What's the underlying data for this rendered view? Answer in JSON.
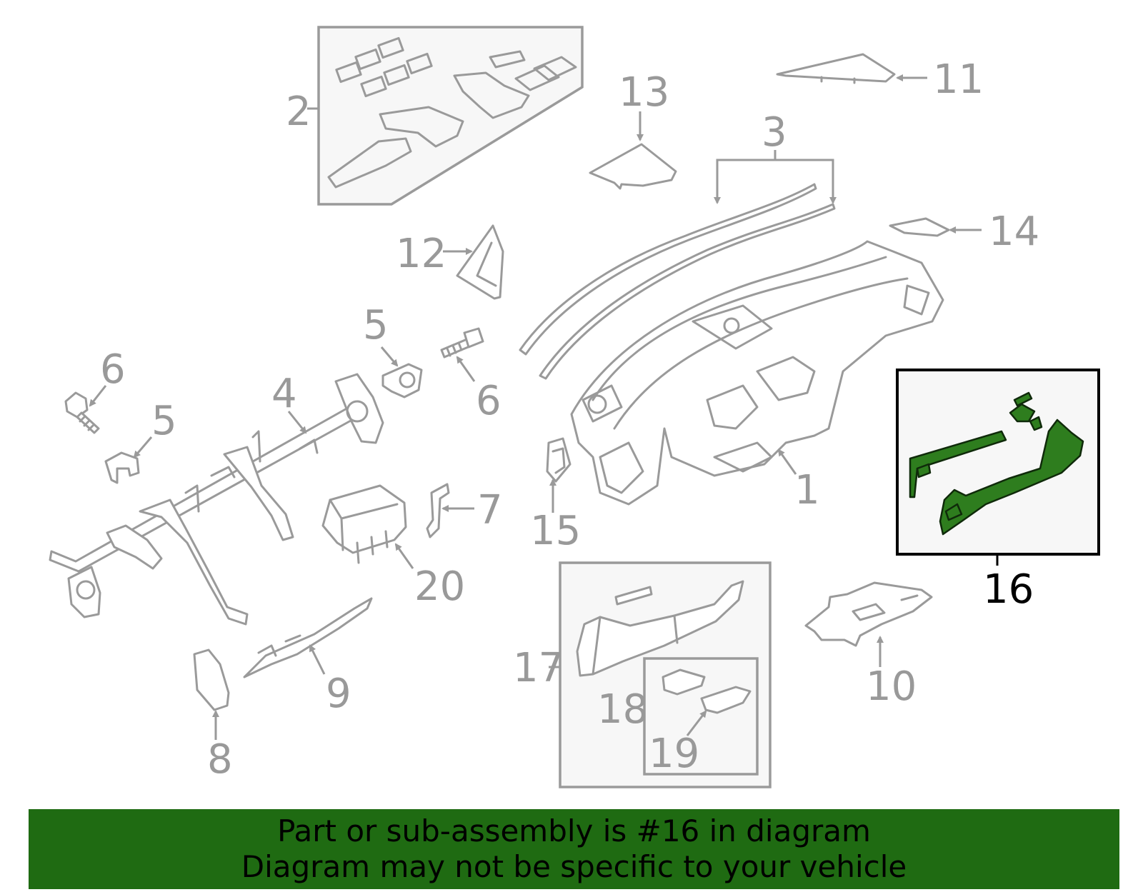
{
  "callouts": {
    "c1": "1",
    "c2": "2",
    "c3": "3",
    "c4": "4",
    "c5a": "5",
    "c5b": "5",
    "c6a": "6",
    "c6b": "6",
    "c7": "7",
    "c8": "8",
    "c9": "9",
    "c10": "10",
    "c11": "11",
    "c12": "12",
    "c13": "13",
    "c14": "14",
    "c15": "15",
    "c16": "16",
    "c17": "17",
    "c18": "18",
    "c19": "19",
    "c20": "20"
  },
  "highlight": {
    "part_number": "16",
    "color": "#2e7d1e"
  },
  "banner": {
    "line1": "Part or sub-assembly is #16 in diagram",
    "line2": "Diagram may not be specific to your vehicle",
    "background": "#1f6b12"
  }
}
